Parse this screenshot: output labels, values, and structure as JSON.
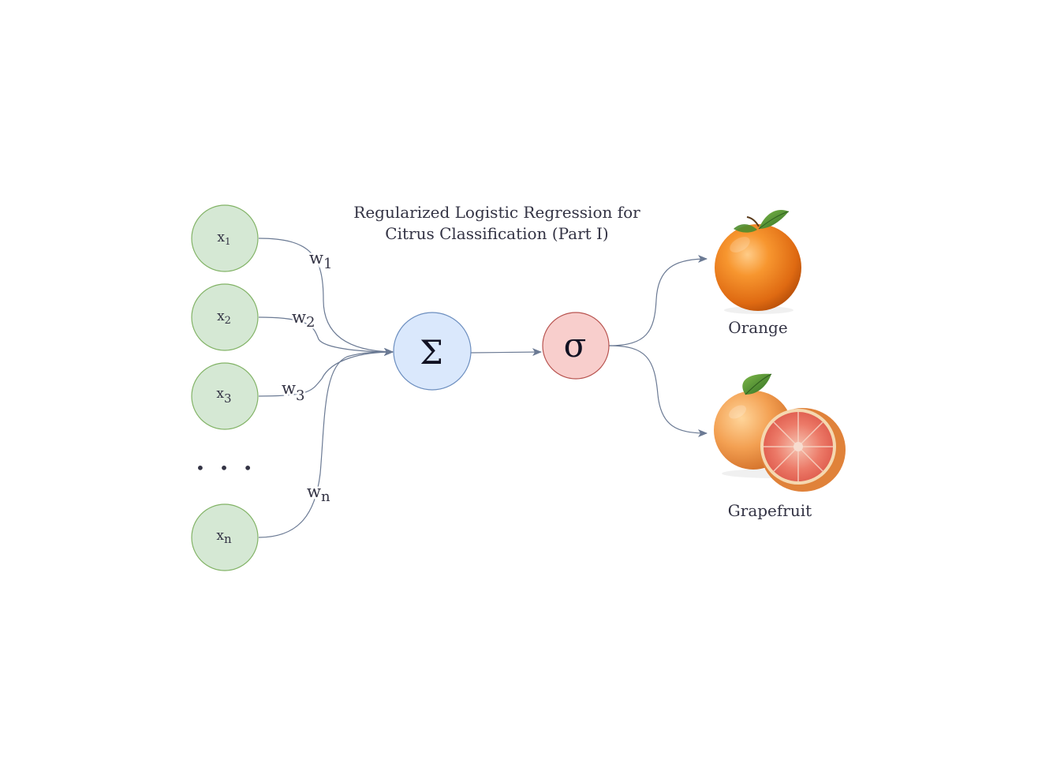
{
  "title": {
    "line1": "Regularized Logistic Regression for",
    "line2": "Citrus Classification (Part I)"
  },
  "inputs": [
    {
      "base": "x",
      "sub": "1"
    },
    {
      "base": "x",
      "sub": "2"
    },
    {
      "base": "x",
      "sub": "3"
    },
    {
      "base": "x",
      "sub": "n"
    }
  ],
  "weights": [
    {
      "base": "w",
      "sub": "1"
    },
    {
      "base": "w",
      "sub": "2"
    },
    {
      "base": "w",
      "sub": "3"
    },
    {
      "base": "w",
      "sub": "n"
    }
  ],
  "ellipsis": "• • •",
  "sum_symbol": "Σ",
  "sigmoid_symbol": "σ",
  "outputs": {
    "orange": "Orange",
    "grapefruit": "Grapefruit"
  },
  "colors": {
    "input_fill": "#d5e8d4",
    "input_stroke": "#82b366",
    "sum_fill": "#dae8fc",
    "sum_stroke": "#6c8ebf",
    "sigma_fill": "#f8cecc",
    "sigma_stroke": "#b85450",
    "edge": "#6b7a94",
    "text": "#333344"
  }
}
